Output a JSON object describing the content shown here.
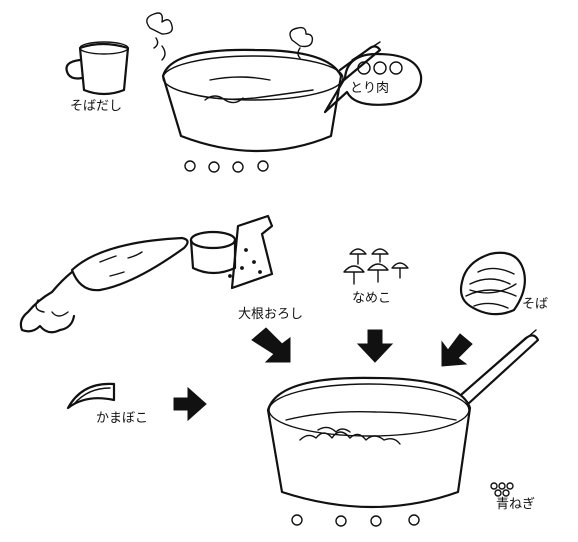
{
  "labels": {
    "soba_dashi": "そばだし",
    "toriniku": "とり肉",
    "daikon_oroshi": "大根おろし",
    "nameko": "なめこ",
    "soba": "そば",
    "kamaboko": "かまぼこ",
    "ao_negi": "青ねぎ"
  },
  "colors": {
    "ink": "#111111",
    "paper": "#ffffff"
  },
  "icons": [
    "mug-icon",
    "saucepan-icon",
    "steam-icon",
    "speech-bubble-icon",
    "radish-icon",
    "grater-icon",
    "mushroom-icon",
    "noodles-icon",
    "kamaboko-icon",
    "arrow-icon",
    "green-onion-icon"
  ]
}
